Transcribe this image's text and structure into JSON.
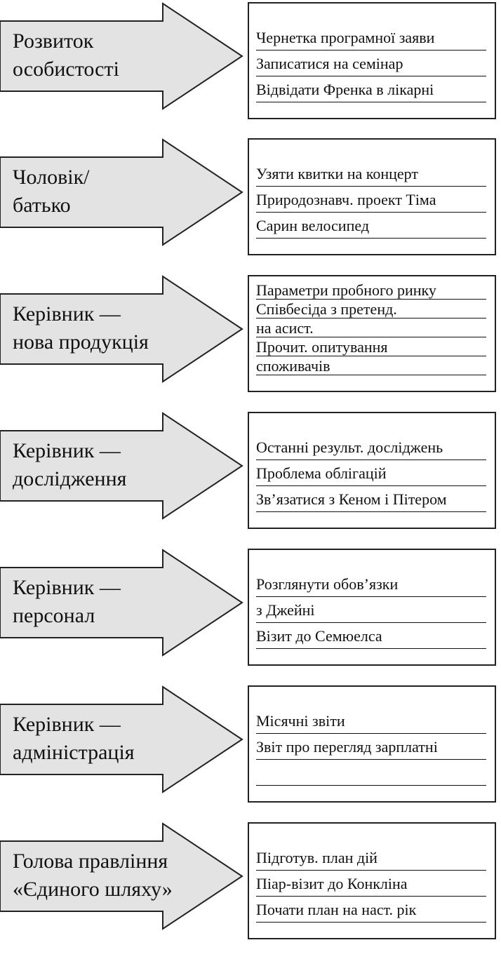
{
  "rows": [
    {
      "role": "Розвиток\nособистості",
      "tasks": [
        "Чернетка програмної заяви",
        "Записатися на семінар",
        "Відвідати Френка в лікарні"
      ]
    },
    {
      "role": "Чоловік/\nбатько",
      "tasks": [
        "Узяти квитки на концерт",
        "Природознавч. проект Тіма",
        "Сарин велосипед"
      ]
    },
    {
      "role": "Керівник —\nнова продукція",
      "tasks": [
        "Параметри пробного ринку",
        "Співбесіда з претенд.",
        "на асист.",
        "Прочит. опитування",
        "споживачів"
      ]
    },
    {
      "role": "Керівник —\nдослідження",
      "tasks": [
        "Останні результ. досліджень",
        "Проблема облігацій",
        "Зв’язатися з Кеном і Пітером"
      ]
    },
    {
      "role": "Керівник —\nперсонал",
      "tasks": [
        "Розглянути обов’язки",
        "з Джейні",
        "Візит до Семюелса"
      ]
    },
    {
      "role": "Керівник —\nадміністрація",
      "tasks": [
        "Місячні звіти",
        "Звіт про перегляд зарплатні",
        ""
      ]
    },
    {
      "role": "Голова правління\n«Єдиного шляху»",
      "tasks": [
        "Підготув. план дій",
        "Піар-візит до Конкліна",
        "Почати план на наст. рік"
      ]
    }
  ]
}
